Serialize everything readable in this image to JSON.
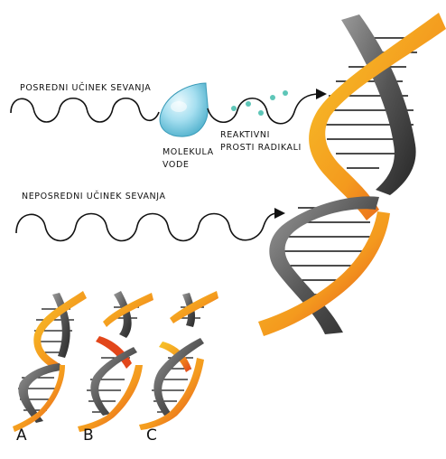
{
  "labels": {
    "indirect": "POSREDNI UČINEK SEVANJA",
    "water_line1": "MOLEKULA",
    "water_line2": "VODE",
    "radicals_line1": "REAKTIVNI",
    "radicals_line2": "PROSTI RADIKALI",
    "direct": "NEPOSREDNI UČINEK SEVANJA",
    "option_a": "A",
    "option_b": "B",
    "option_c": "C"
  },
  "icons": [
    "water-droplet-icon",
    "free-radical-dots-icon",
    "dna-double-helix-icon"
  ],
  "colors": {
    "strand_orange": "#f4a21c",
    "strand_red": "#e2461a",
    "strand_gray": "#6d6d6d",
    "water_blue": "#8fd3e6",
    "radical_teal": "#5ec6b8"
  }
}
